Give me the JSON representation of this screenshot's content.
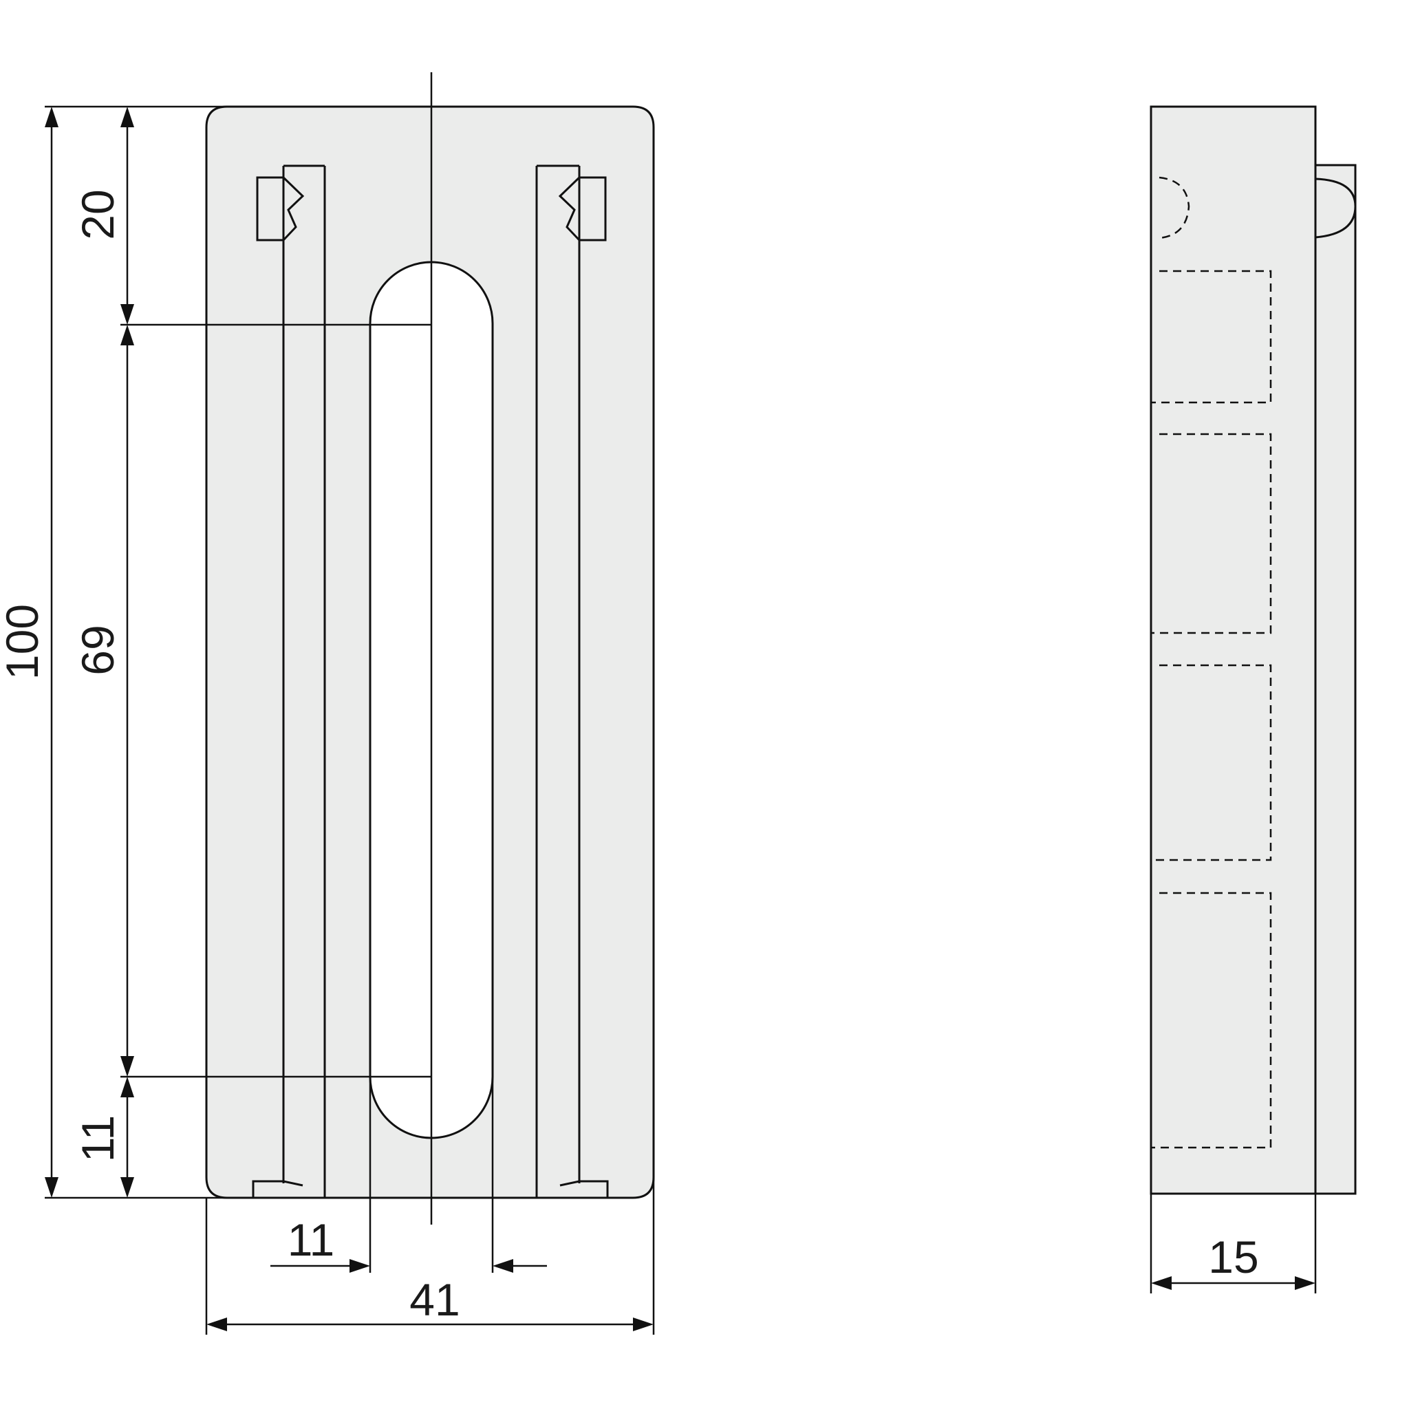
{
  "colors": {
    "part_fill": "#ebeceb",
    "line": "#111111",
    "background": "#ffffff"
  },
  "dimensions": {
    "overall_height": "100",
    "top_segment": "20",
    "slot_length": "69",
    "bottom_segment": "11",
    "slot_width": "11",
    "overall_width": "41",
    "depth": "15"
  }
}
